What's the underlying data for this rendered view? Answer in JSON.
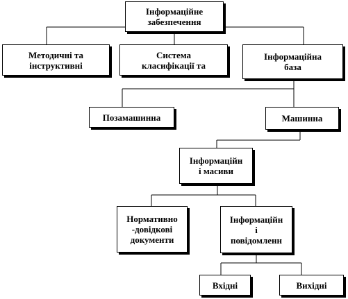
{
  "diagram": {
    "nodes": {
      "root": "Інформаційне\nзабезпечення",
      "methodical": "Методичні та\nінструктивні",
      "classification": "Система\nкласифікації   та",
      "info_base": "Інформаційна\nбаза",
      "offline": "Позамашинна",
      "machine": "Машинна",
      "arrays": "Інформаційн\nі масиви",
      "normative": "Нормативно\n-довідкові\nдокументи",
      "messages": "Інформаційн\nі\nповідомленн",
      "incoming": "Вхідні",
      "outgoing": "Вихідні"
    }
  }
}
